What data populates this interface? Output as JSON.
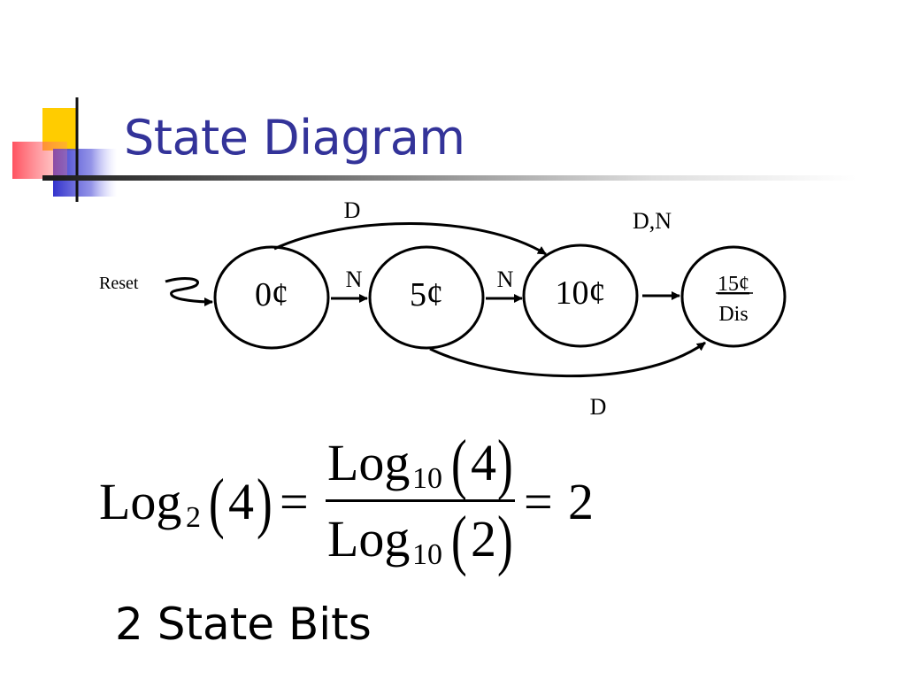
{
  "slide": {
    "title": "State Diagram",
    "footer_text": "2 State Bits"
  },
  "diagram": {
    "reset_label": "Reset",
    "states": [
      {
        "id": "s0",
        "label": "0¢"
      },
      {
        "id": "s5",
        "label": "5¢"
      },
      {
        "id": "s10",
        "label": "10¢"
      },
      {
        "id": "s15",
        "label_top": "15¢",
        "label_bottom": "Dis"
      }
    ],
    "transitions": [
      {
        "from": "s0",
        "to": "s5",
        "label": "N"
      },
      {
        "from": "s5",
        "to": "s10",
        "label": "N"
      },
      {
        "from": "s0",
        "to": "s10",
        "label": "D"
      },
      {
        "from": "s10",
        "to": "s15",
        "label": "D,N"
      },
      {
        "from": "s5",
        "to": "s15",
        "label": "D"
      }
    ]
  },
  "formula": {
    "lhs_log": "Log",
    "lhs_base": "2",
    "lhs_arg": "4",
    "equals": "=",
    "num_log": "Log",
    "num_base": "10",
    "num_arg": "4",
    "den_log": "Log",
    "den_base": "10",
    "den_arg": "2",
    "result": "2"
  },
  "colors": {
    "title": "#333399",
    "deco_yellow": "#ffcc00",
    "deco_blue": "#3333cc",
    "deco_red": "#ff3333"
  }
}
